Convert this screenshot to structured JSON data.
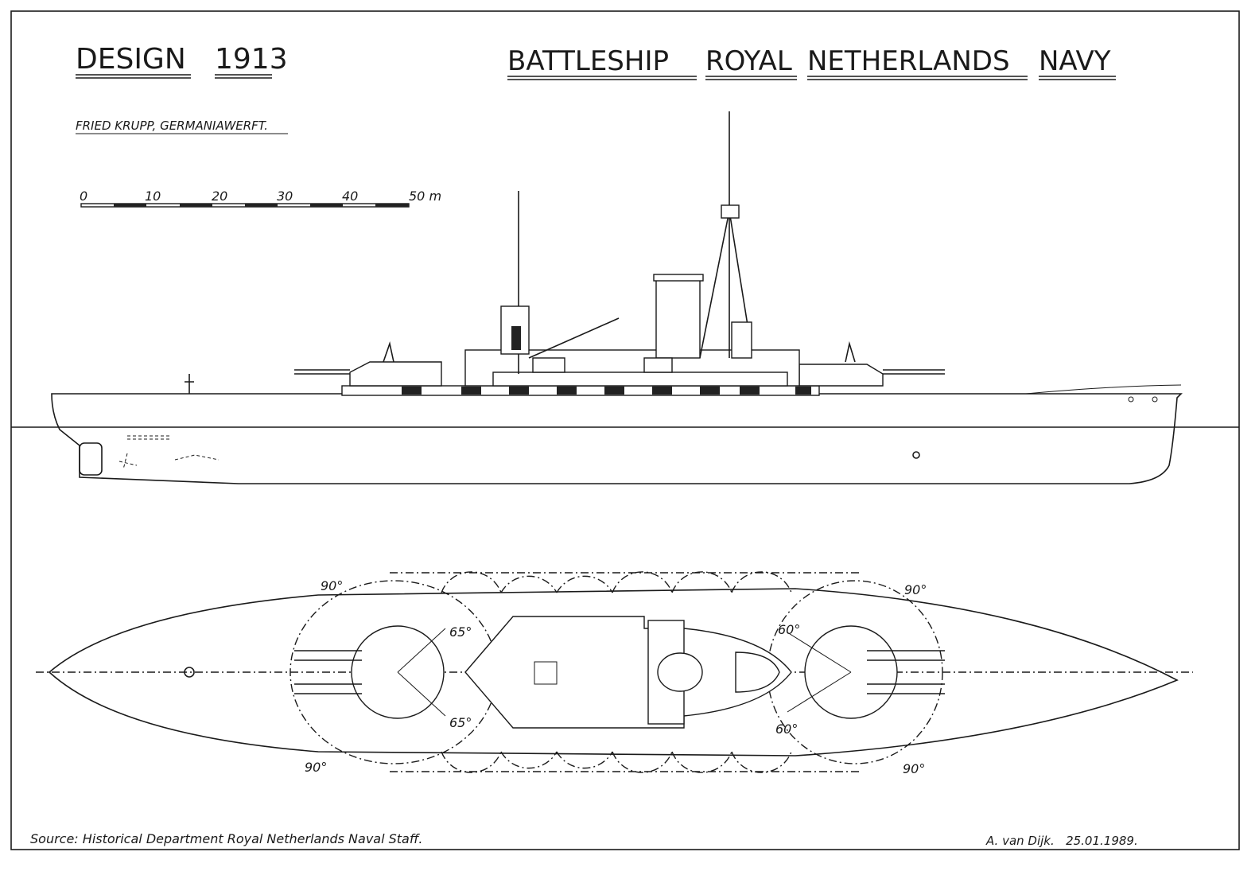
{
  "title_left": {
    "design": "DESIGN",
    "year": "1913"
  },
  "title_right": [
    "BATTLESHIP",
    "ROYAL",
    "NETHERLANDS",
    "NAVY"
  ],
  "builder": "FRIED KRUPP, GERMANIAWERFT.",
  "scale_bar": {
    "labels": [
      "0",
      "10",
      "20",
      "30",
      "40",
      "50 m"
    ]
  },
  "arc_labels": {
    "bow_port": "90°",
    "bow_starboard": "90°",
    "stern_port": "90°",
    "stern_starboard": "90°",
    "fwd_wing_upper": "65°",
    "fwd_wing_lower": "65°",
    "aft_wing_upper": "60°",
    "aft_wing_lower": "60°"
  },
  "source": "Source: Historical Department Royal Netherlands Naval Staff.",
  "signature": "A. van Dijk.   25.01.1989."
}
